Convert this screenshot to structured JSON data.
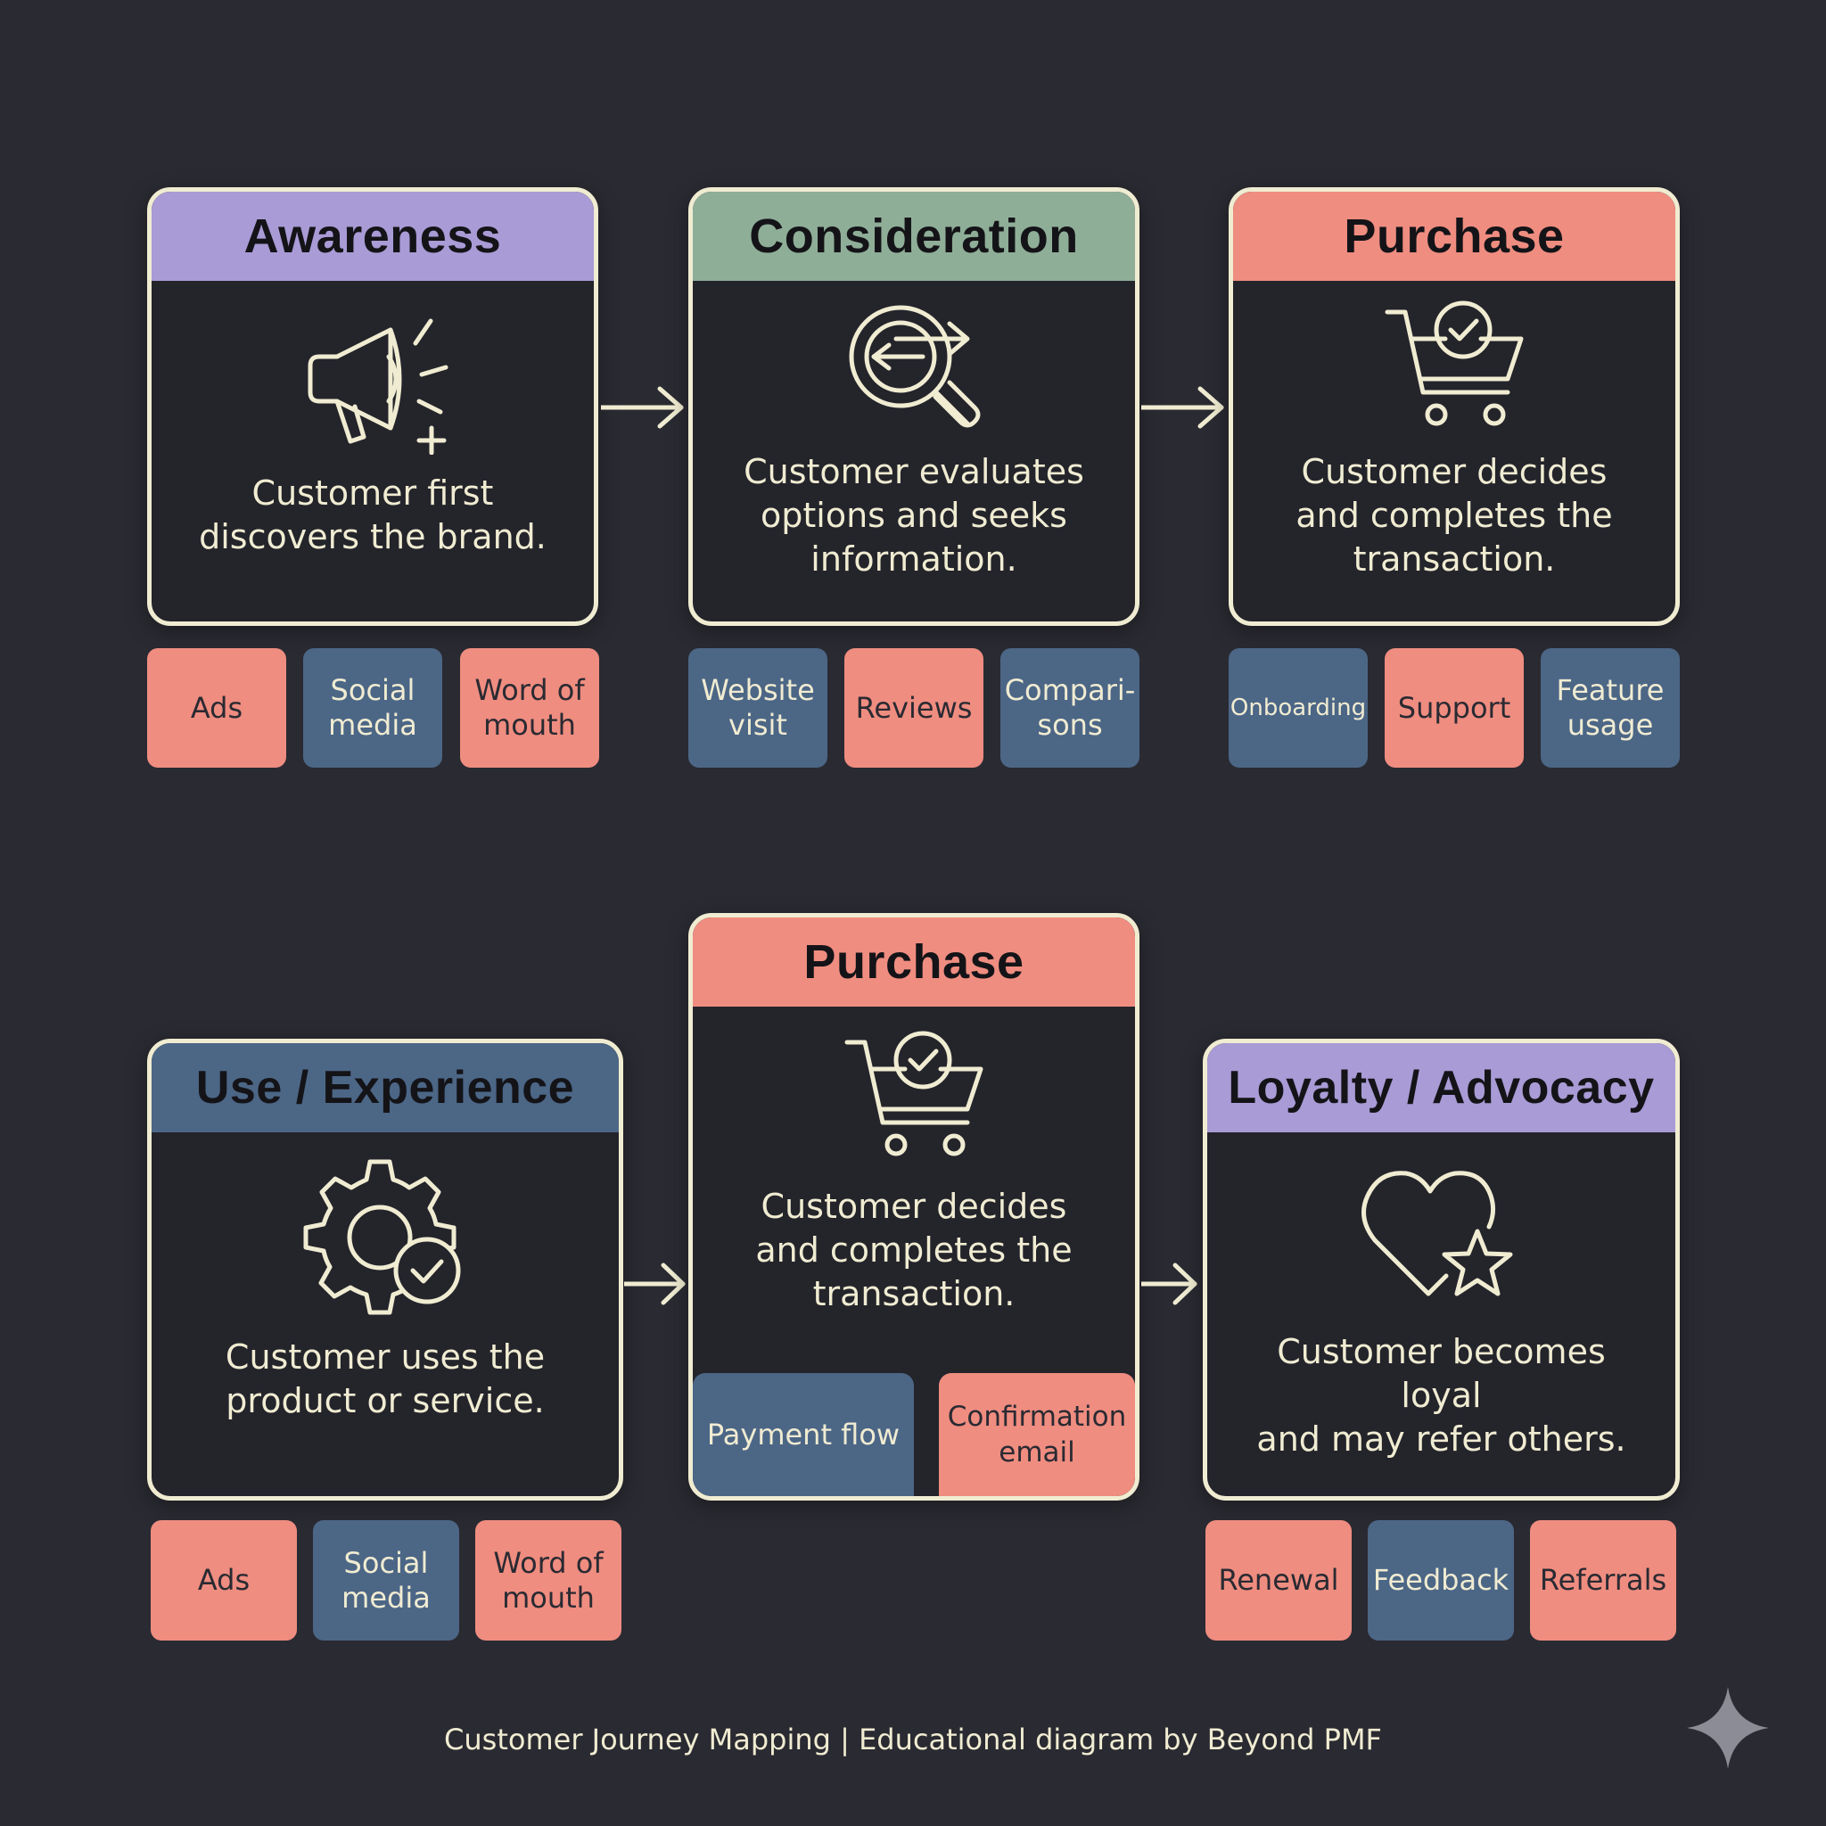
{
  "colors": {
    "background": "#2a2a32",
    "border": "#f0ecd2",
    "purple": "#a99bd6",
    "green": "#8fae98",
    "coral": "#ef8d80",
    "blue": "#4c6686"
  },
  "stages": {
    "awareness": {
      "title": "Awareness",
      "icon": "megaphone-icon",
      "line1": "Customer first",
      "line2": "discovers the brand."
    },
    "consideration": {
      "title": "Consideration",
      "icon": "magnifier-arrows-icon",
      "line1": "Customer evaluates",
      "line2": "options and seeks",
      "line3": "information."
    },
    "purchase_top": {
      "title": "Purchase",
      "icon": "cart-check-icon",
      "line1": "Customer decides",
      "line2": "and completes the",
      "line3": "transaction."
    },
    "use": {
      "title": "Use / Experience",
      "icon": "gear-check-icon",
      "line1": "Customer uses the",
      "line2": "product or service."
    },
    "purchase_bottom": {
      "title": "Purchase",
      "icon": "cart-check-icon",
      "line1": "Customer decides",
      "line2": "and completes the",
      "line3": "transaction.",
      "tag_payment": "Payment flow",
      "tag_confirm_1": "Confirmation",
      "tag_confirm_2": "email"
    },
    "loyalty": {
      "title": "Loyalty / Advocacy",
      "icon": "heart-star-icon",
      "line1": "Customer becomes loyal",
      "line2": "and may refer others."
    }
  },
  "tags": {
    "awareness": [
      {
        "l1": "Ads",
        "l2": ""
      },
      {
        "l1": "Social",
        "l2": "media"
      },
      {
        "l1": "Word of",
        "l2": "mouth"
      }
    ],
    "consideration": [
      {
        "l1": "Website",
        "l2": "visit"
      },
      {
        "l1": "Reviews",
        "l2": ""
      },
      {
        "l1": "Compari-",
        "l2": "sons"
      }
    ],
    "purchase_top": [
      {
        "l1": "Onboarding",
        "l2": ""
      },
      {
        "l1": "Support",
        "l2": ""
      },
      {
        "l1": "Feature",
        "l2": "usage"
      }
    ],
    "use": [
      {
        "l1": "Ads",
        "l2": ""
      },
      {
        "l1": "Social",
        "l2": "media"
      },
      {
        "l1": "Word of",
        "l2": "mouth"
      }
    ],
    "loyalty": [
      {
        "l1": "Renewal",
        "l2": ""
      },
      {
        "l1": "Feedback",
        "l2": ""
      },
      {
        "l1": "Referrals",
        "l2": ""
      }
    ]
  },
  "footer": "Customer Journey Mapping | Educational diagram by Beyond PMF"
}
